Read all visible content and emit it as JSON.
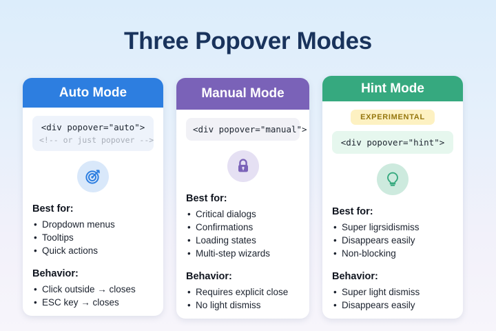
{
  "page": {
    "title": "Three Popover Modes"
  },
  "cards": [
    {
      "header": "Auto Mode",
      "header_color": "#2d7ee0",
      "badge": null,
      "code": "<div popover=\"auto\">",
      "code_comment": "<!-- or just popover -->",
      "code_bg": "#eef3fb",
      "icon": "target-icon",
      "icon_bg": "#d9e8fa",
      "icon_color": "#2d7ee0",
      "best_for_label": "Best for:",
      "best_for": [
        "Dropdown menus",
        "Tooltips",
        "Quick actions"
      ],
      "behavior_label": "Behavior:",
      "behavior": [
        "Click outside → closes",
        "ESC key → closes"
      ]
    },
    {
      "header": "Manual Mode",
      "header_color": "#7a62b8",
      "badge": null,
      "code": "<div popover=\"manual\">",
      "code_comment": null,
      "code_bg": "#f1f1f6",
      "icon": "lock-icon",
      "icon_bg": "#e5e0f3",
      "icon_color": "#7a62b8",
      "best_for_label": "Best for:",
      "best_for": [
        "Critical dialogs",
        "Confirmations",
        "Loading states",
        "Multi-step wizards"
      ],
      "behavior_label": "Behavior:",
      "behavior": [
        "Requires explicit close",
        "No light dismiss"
      ]
    },
    {
      "header": "Hint Mode",
      "header_color": "#36a97f",
      "badge": "EXPERIMENTAL",
      "code": "<div popover=\"hint\">",
      "code_comment": null,
      "code_bg": "#e6f7ee",
      "icon": "lightbulb-icon",
      "icon_bg": "#cdeade",
      "icon_color": "#36a97f",
      "best_for_label": "Best for:",
      "best_for": [
        "Super ligrsidismiss",
        "Disappears easily",
        "Non-blocking"
      ],
      "behavior_label": "Behavior:",
      "behavior": [
        "Super light dismiss",
        "Disappears easily"
      ]
    }
  ]
}
